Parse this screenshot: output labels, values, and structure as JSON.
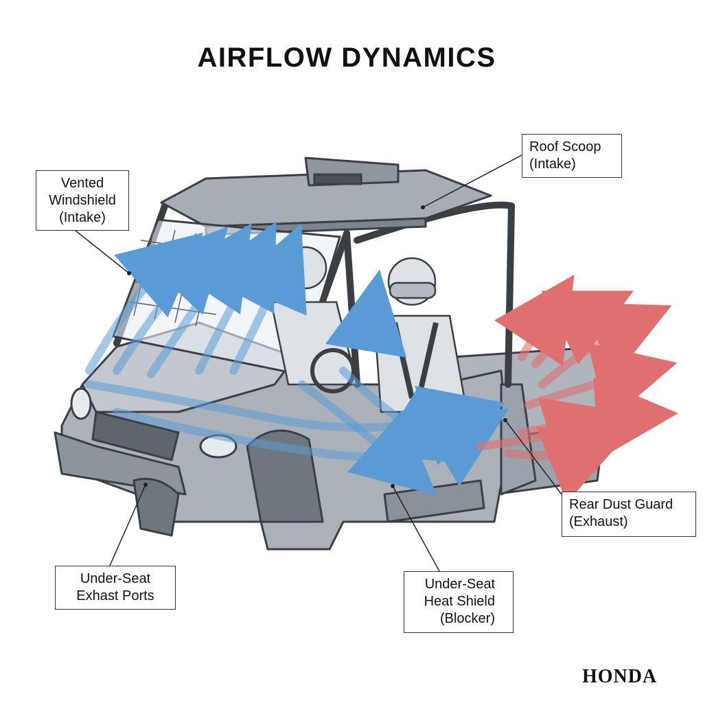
{
  "title": "AIRFLOW DYNAMICS",
  "callouts": {
    "roof_scoop": [
      "Roof Scoop",
      "(Intake)"
    ],
    "vented_windshield": [
      "Vented",
      "Windshield",
      "(Intake)"
    ],
    "rear_dust_guard": [
      "Rear Dust Guard",
      "(Exhaust)"
    ],
    "under_seat_exhaust": [
      "Under-Seat",
      "Exhast Ports"
    ],
    "under_seat_heat_shield": [
      "Under-Seat",
      "Heat Shield",
      "(Blocker)"
    ]
  },
  "brand": "HONDA",
  "colors": {
    "intake_flow": "#5b9bd5",
    "exhaust_flow": "#e07070",
    "vehicle_line": "#3a3f44",
    "vehicle_fill": "#9aa3ab"
  },
  "icons": {
    "intake": "arrow-icon",
    "exhaust": "arrow-icon"
  }
}
